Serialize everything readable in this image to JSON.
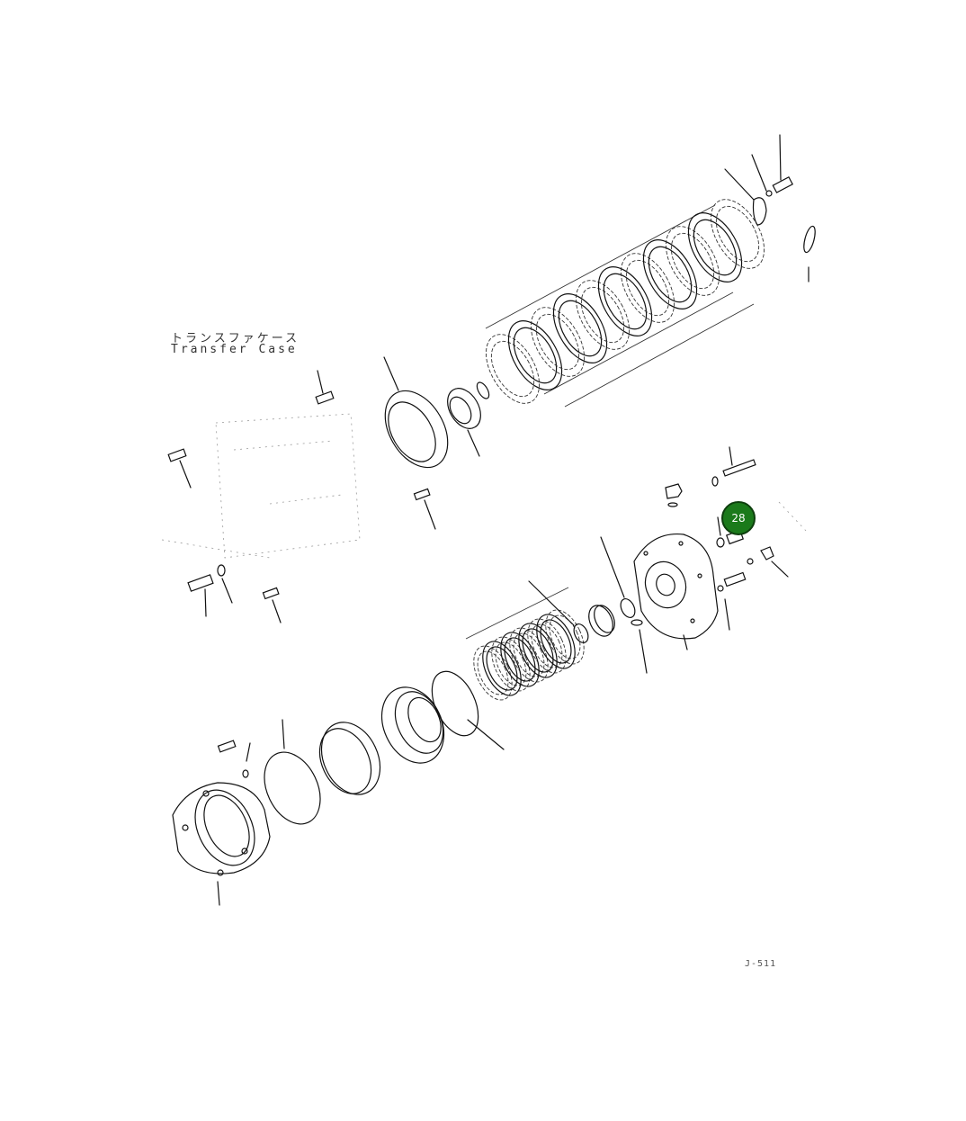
{
  "captions": {
    "part_name_jp": "トランスファケース",
    "part_name_en": "Transfer Case"
  },
  "figure_code": "J-511",
  "callout": {
    "number": "28",
    "color": "#1b7a1b"
  }
}
